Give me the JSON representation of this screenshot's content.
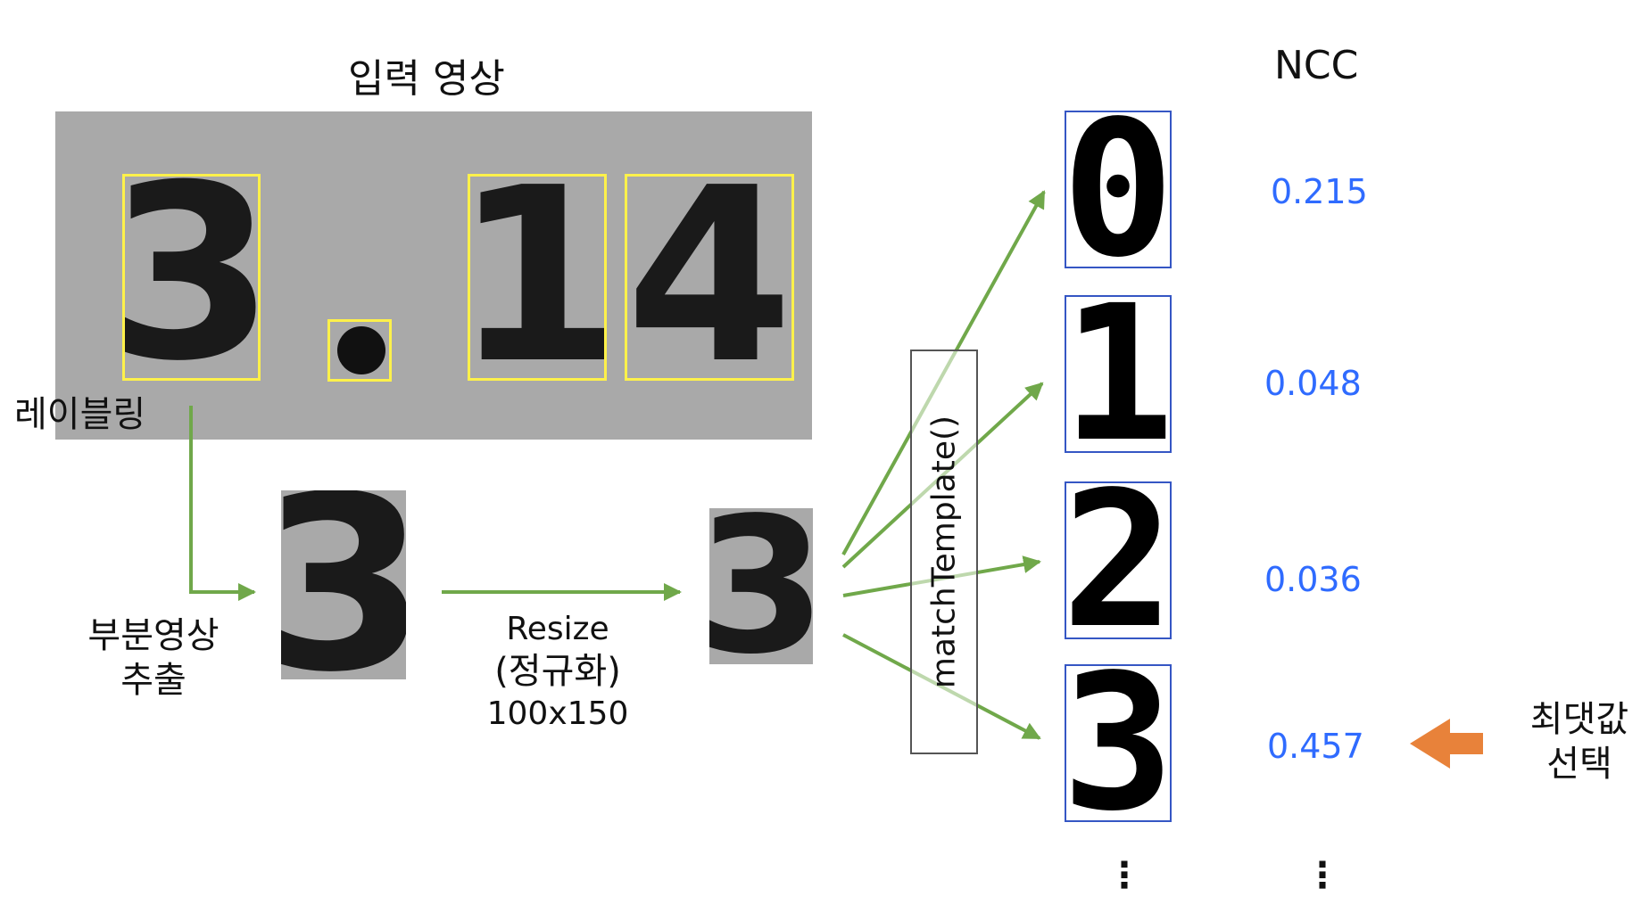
{
  "labels": {
    "input_title": "입력 영상",
    "ncc_title": "NCC",
    "labeling": "레이블링",
    "extract_line1": "부분영상",
    "extract_line2": "추출",
    "resize_line1": "Resize",
    "resize_line2": "(정규화)",
    "resize_line3": "100x150",
    "match_template": "matchTemplate()",
    "select_line1": "최댓값",
    "select_line2": "선택",
    "ellipsis": "⋮"
  },
  "input_digits": [
    "3",
    ".",
    "1",
    "4"
  ],
  "crop_digit": "3",
  "resized_digit": "3",
  "templates": [
    {
      "digit": "0",
      "ncc": "0.215"
    },
    {
      "digit": "1",
      "ncc": "0.048"
    },
    {
      "digit": "2",
      "ncc": "0.036"
    },
    {
      "digit": "3",
      "ncc": "0.457"
    }
  ],
  "colors": {
    "arrow_green": "#70a84a",
    "bbox_yellow": "#fff14a",
    "ncc_blue": "#2f6bff",
    "highlight_orange": "#e8823a",
    "template_border": "#3556c4"
  }
}
